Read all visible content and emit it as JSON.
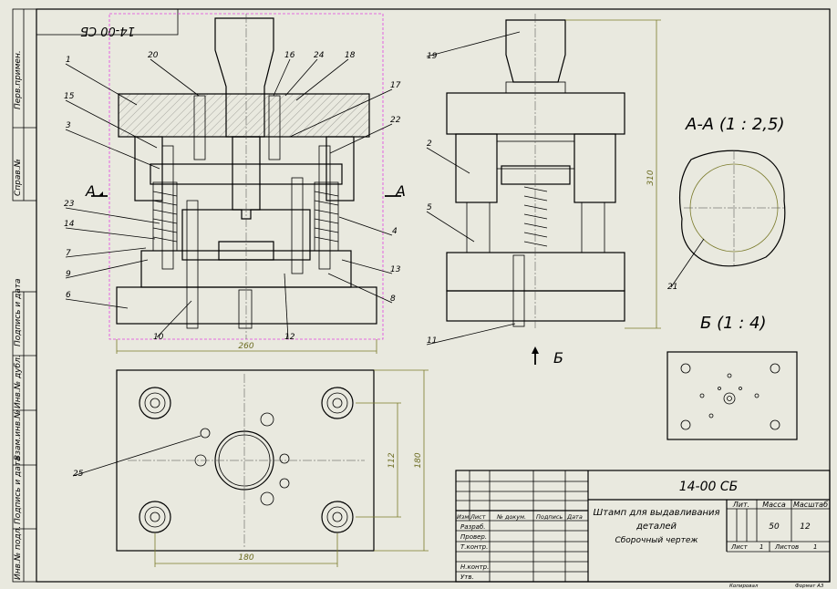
{
  "colors": {
    "paper": "#e9e9df",
    "line": "#000000",
    "dim": "#7a7a2a",
    "bounds": "#e040e0"
  },
  "header_stamp": "14-00 СБ",
  "side_column": [
    "Перв.примен.",
    "Справ.№",
    "Подпись и дата",
    "Инв.№ дубл.",
    "Взам.инв.№",
    "Подпись и дата",
    "Инв.№ подл."
  ],
  "section_marks": {
    "a_left": "А",
    "a_right": "А",
    "b": "Б"
  },
  "views": {
    "section_aa": "А-А (1 : 2,5)",
    "view_b": "Б (1 : 4)"
  },
  "dimensions": {
    "width_main": "260",
    "height_side": "310",
    "plan_width": "180",
    "plan_height": "180",
    "plan_inner": "112",
    "plan_bottom": "180"
  },
  "part_numbers": [
    "1",
    "15",
    "3",
    "23",
    "14",
    "7",
    "9",
    "6",
    "10",
    "20",
    "16",
    "24",
    "18",
    "17",
    "22",
    "4",
    "13",
    "8",
    "12",
    "19",
    "2",
    "5",
    "11",
    "21",
    "25"
  ],
  "title_block": {
    "designation": "14-00 СБ",
    "name_lines": [
      "Штамп для выдавливания",
      "деталей",
      "Сборочный чертеж"
    ],
    "col_headers": [
      "Изм.",
      "Лист",
      "№ докум.",
      "Подпись",
      "Дата"
    ],
    "rows": [
      "Разраб.",
      "Провер.",
      "Т.контр.",
      "",
      "Н.контр.",
      "Утв."
    ],
    "lit_header": "Лит.",
    "mass_header": "Масса",
    "scale_header": "Масштаб",
    "mass_value": "50",
    "scale_value": "12",
    "sheet_label": "Лист",
    "sheet_value": "1",
    "sheets_label": "Листов",
    "sheets_value": "1",
    "copied": "Копировал",
    "format": "Формат А3"
  }
}
